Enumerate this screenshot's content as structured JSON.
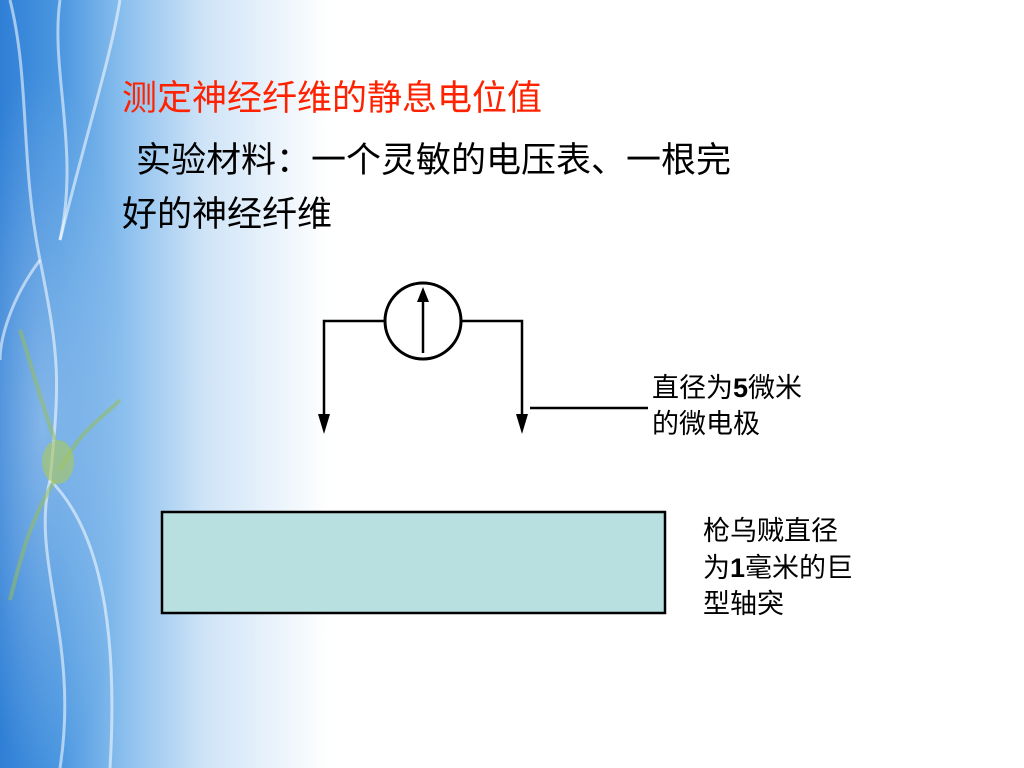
{
  "slide": {
    "title": "测定神经纤维的静息电位值",
    "subtitle_line1": "实验材料：一个灵敏的电压表、一根完",
    "subtitle_line2": "好的神经纤维"
  },
  "diagram": {
    "electrode_label": {
      "line1_prefix": "直径为",
      "line1_number": "5",
      "line1_suffix": "微米",
      "line2": "的微电极"
    },
    "axon_label": {
      "line1": "枪乌贼直径",
      "line2_prefix": "为",
      "line2_number": "1",
      "line2_suffix": "毫米的巨",
      "line3": "型轴突"
    },
    "colors": {
      "title": "#ff2200",
      "axon_fill": "#b8e0e0",
      "background_accent": "#2f7fd6"
    }
  }
}
